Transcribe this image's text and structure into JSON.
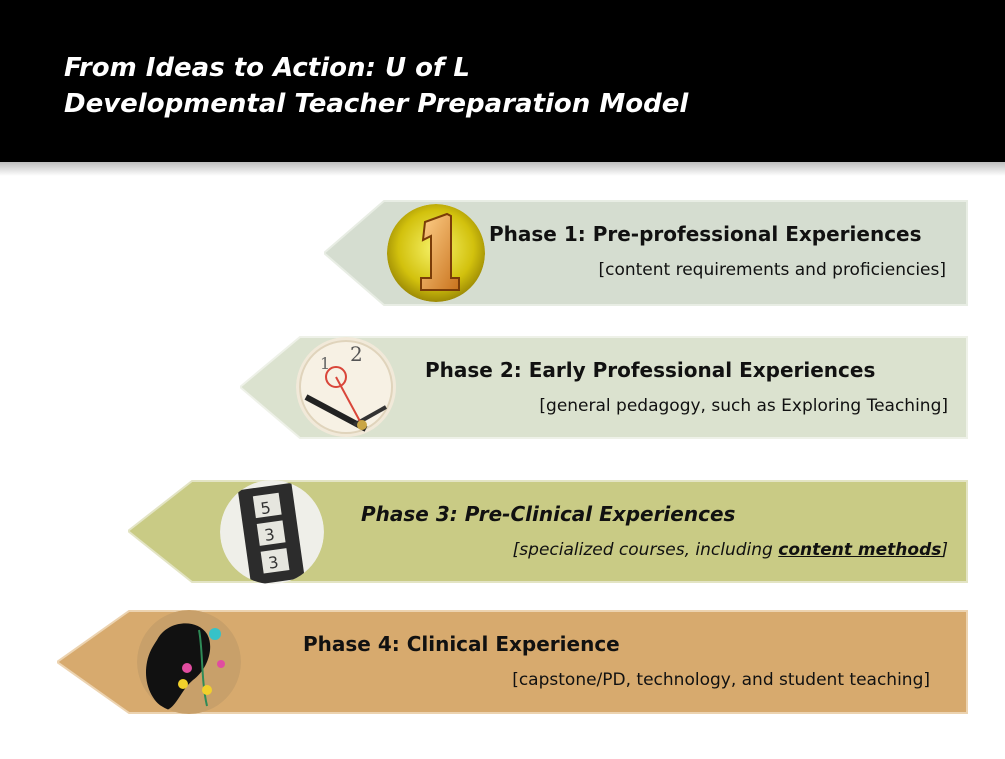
{
  "title": {
    "line1": "From Ideas to Action: U of L",
    "line2": "Developmental Teacher Preparation Model"
  },
  "phases": [
    {
      "title": "Phase 1: Pre-professional Experiences",
      "subtitle": "[content requirements and proficiencies]",
      "color": "#d5ddd0",
      "icon": "number-one-icon"
    },
    {
      "title": "Phase 2: Early Professional Experiences",
      "subtitle": "[general pedagogy, such as Exploring Teaching]",
      "color": "#dbe2cf",
      "icon": "clock-icon"
    },
    {
      "title": "Phase 3: Pre-Clinical Experiences",
      "subtitle_pre": "[specialized courses, including ",
      "subtitle_link": "content methods",
      "subtitle_post": "]",
      "color": "#c9cb85",
      "icon": "film-strip-icon"
    },
    {
      "title": "Phase 4: Clinical Experience",
      "subtitle": "[capstone/PD, technology, and student teaching]",
      "color": "#d7aa6e",
      "icon": "flower-silhouette-icon"
    }
  ]
}
